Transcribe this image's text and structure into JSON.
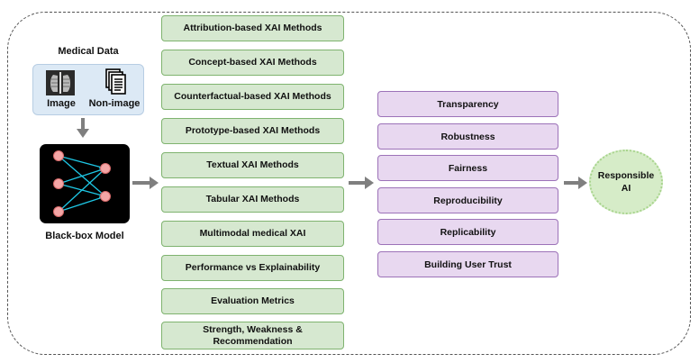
{
  "medical_data": {
    "title": "Medical Data",
    "image_label": "Image",
    "non_image_label": "Non-image"
  },
  "model": {
    "label": "Black-box Model"
  },
  "xai_methods": [
    "Attribution-based XAI Methods",
    "Concept-based XAI Methods",
    "Counterfactual-based XAI  Methods",
    "Prototype-based XAI Methods",
    "Textual XAI Methods",
    "Tabular XAI Methods",
    "Multimodal medical XAI",
    "Performance vs Explainability",
    "Evaluation Metrics",
    "Strength, Weakness & Recommendation"
  ],
  "principles": [
    "Transparency",
    "Robustness",
    "Fairness",
    "Reproducibility",
    "Replicability",
    "Building User Trust"
  ],
  "goal": {
    "line1": "Responsible",
    "line2": "AI"
  },
  "colors": {
    "method_fill": "#d6e8d0",
    "principle_fill": "#e8d8f0",
    "goal_fill": "#d6ecc8",
    "data_fill": "#dce9f5",
    "node_fill": "#f4a6a6",
    "edge_color": "#1ec8e6",
    "arrow_color": "#7f7f7f"
  }
}
